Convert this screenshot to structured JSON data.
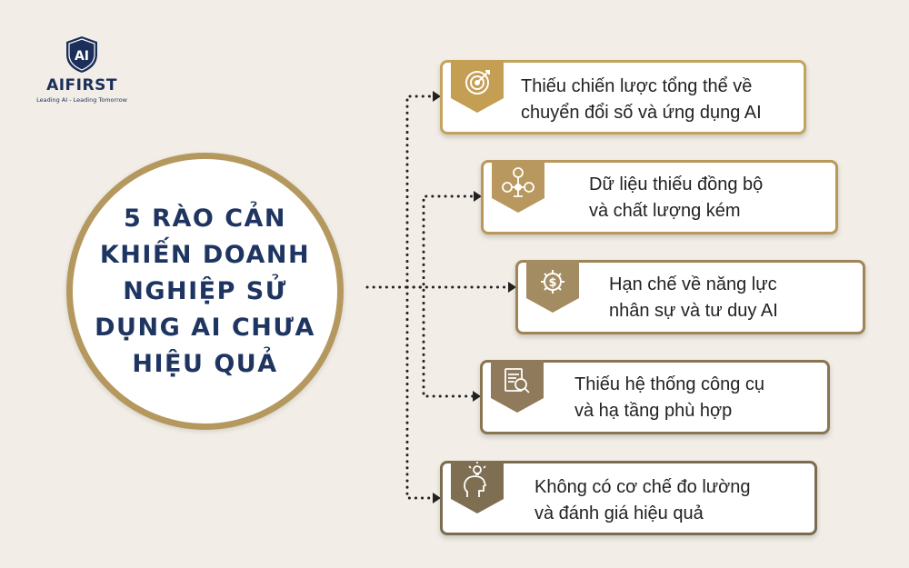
{
  "logo": {
    "name": "AIFIRST",
    "mark": "AI",
    "tagline": "Leading AI - Leading Tomorrow"
  },
  "center": {
    "lines": [
      "5 RÀO CẢN",
      "KHIẾN DOANH",
      "NGHIỆP SỬ",
      "DỤNG AI CHƯA",
      "HIỆU QUẢ"
    ]
  },
  "barriers": [
    {
      "line1": "Thiếu chiến lược tổng thể về",
      "line2": "chuyển đổi số và ứng dụng AI",
      "icon": "target-icon"
    },
    {
      "line1": "Dữ liệu thiếu đồng bộ",
      "line2": "và chất lượng kém",
      "icon": "data-network-icon"
    },
    {
      "line1": "Hạn chế về năng lực",
      "line2": "nhân sự và tư duy AI",
      "icon": "gear-dollar-icon"
    },
    {
      "line1": "Thiếu hệ thống công cụ",
      "line2": "và hạ tầng phù hợp",
      "icon": "document-search-icon"
    },
    {
      "line1": "Không có cơ chế đo lường",
      "line2": "và đánh giá hiệu quả",
      "icon": "head-lightbulb-icon"
    }
  ],
  "colors": {
    "background": "#f2eee7",
    "navy": "#1f3561",
    "gold": "#b5985e",
    "badge1": "#c49e52",
    "badge2": "#b8985e",
    "badge3": "#a38b62",
    "badge4": "#8f7a5b",
    "badge5": "#7e6e52"
  }
}
